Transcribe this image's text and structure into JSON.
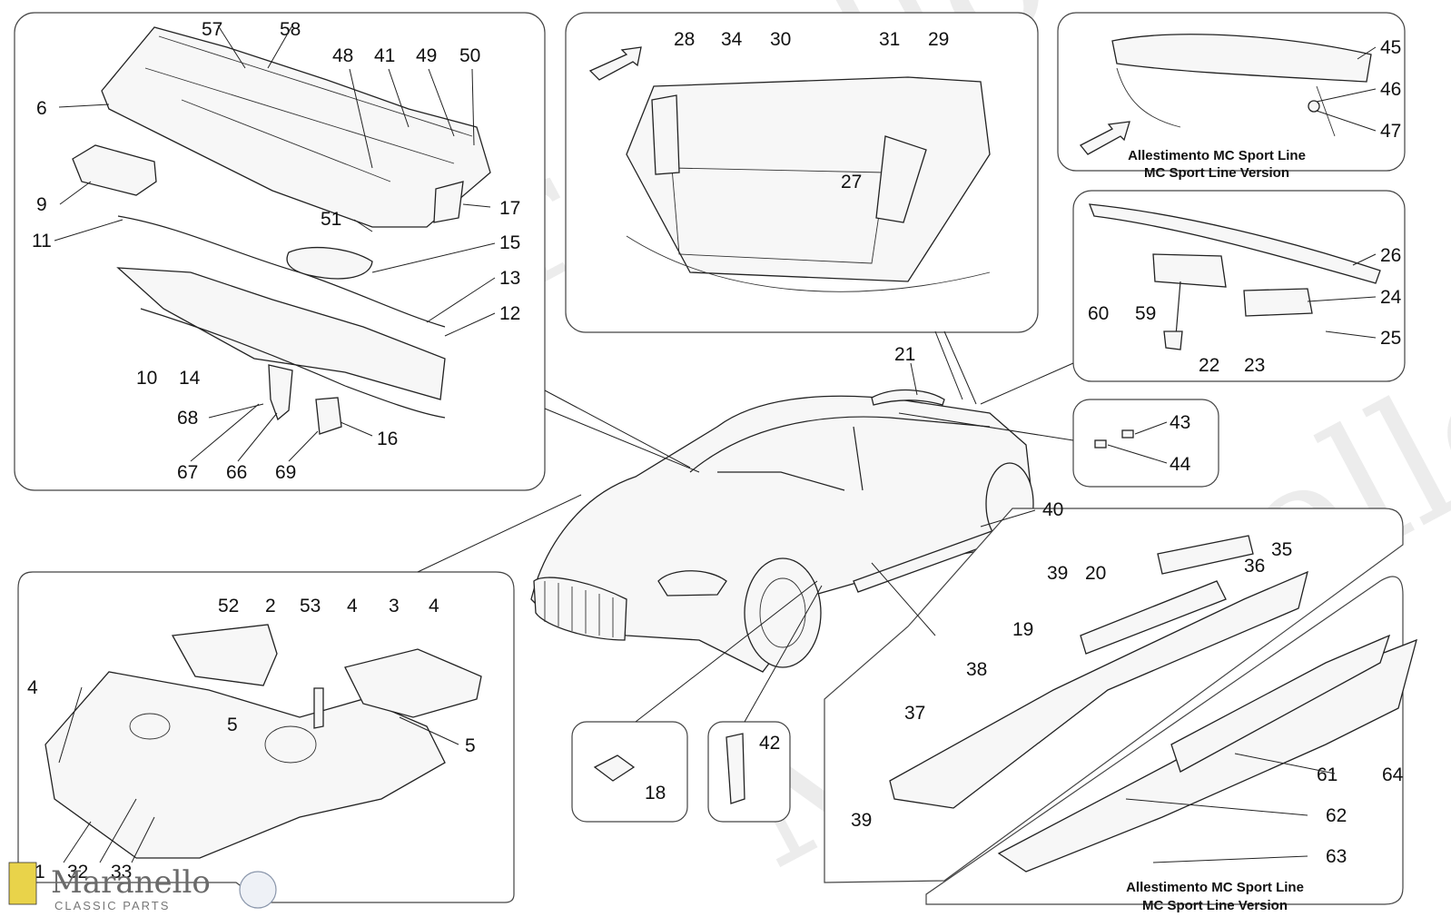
{
  "captions": {
    "trunk_top": [
      "Allestimento MC Sport Line",
      "MC Sport Line Version"
    ],
    "side_bottom": [
      "Allestimento MC Sport Line",
      "MC Sport Line Version"
    ]
  },
  "logo": {
    "name": "Maranello",
    "sub": "CLASSIC PARTS"
  },
  "callouts": {
    "p1": [
      "57",
      "58",
      "48",
      "41",
      "49",
      "50",
      "6",
      "9",
      "17",
      "51",
      "11",
      "15",
      "13",
      "12",
      "10",
      "14",
      "68",
      "16",
      "67",
      "66",
      "69"
    ],
    "p2": [
      "28",
      "34",
      "30",
      "31",
      "29",
      "27"
    ],
    "p3": [
      "45",
      "46",
      "47"
    ],
    "p4": [
      "26",
      "60",
      "59",
      "22",
      "23",
      "24",
      "25"
    ],
    "p5": [
      "43",
      "44"
    ],
    "p6": [
      "21",
      "40"
    ],
    "p7": [
      "52",
      "2",
      "53",
      "4",
      "3",
      "4",
      "4",
      "5",
      "5",
      "1",
      "32",
      "33"
    ],
    "p8": [
      "18"
    ],
    "p9": [
      "42"
    ],
    "p10": [
      "35",
      "36",
      "39",
      "20",
      "19",
      "38",
      "37",
      "39"
    ],
    "p11": [
      "61",
      "64",
      "62",
      "63"
    ]
  }
}
